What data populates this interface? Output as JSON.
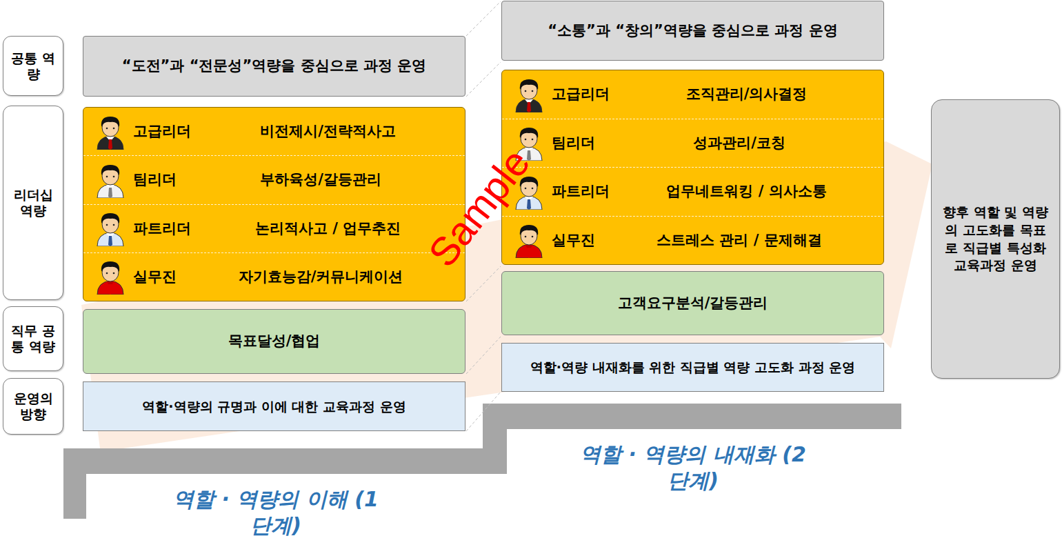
{
  "diagram": {
    "nodes": [
      {
        "text": [
          "공통 역량"
        ]
      },
      {
        "text": [
          "리더십 역량"
        ]
      },
      {
        "text": [
          "직무 공통 역량"
        ]
      },
      {
        "text": [
          "운영의 방향"
        ]
      },
      {
        "text": [
          "“도전”과 “전문성”역량을 중심으로 과정 운영"
        ]
      },
      {
        "text": [
          "고급리더",
          "비전제시/전략적사고",
          "팀리더",
          "부하육성/갈등관리",
          "파트리더",
          "논리적사고 / 업무추진",
          "실무진",
          "자기효능감/커뮤니케이션"
        ]
      },
      {
        "text": [
          "목표달성/협업"
        ]
      },
      {
        "text": [
          "역할·역량의 규명과 이에 대한 교육과정 운영"
        ]
      },
      {
        "text": [
          "“소통”과 “창의”역량을 중심으로 과정 운영"
        ]
      },
      {
        "text": [
          "고급리더",
          "조직관리/의사결정",
          "팀리더",
          "성과관리/코칭",
          "파트리더",
          "업무네트워킹 / 의사소통",
          "실무진",
          "스트레스 관리 / 문제해결"
        ]
      },
      {
        "text": [
          "고객요구분석/갈등관리"
        ]
      },
      {
        "text": [
          "역할·역량 내재화를 위한 직급별 역량 고도화 과정 운영"
        ]
      },
      {
        "text": [
          "향후 역할 및 역량의 고도화를 목표로 직급별 특성화 교육과정 운영"
        ]
      }
    ],
    "labels": [
      "역할 · 역량의 이해 (1단계)",
      "역할 · 역량의 내재화 (2단계)",
      "Sample"
    ]
  }
}
